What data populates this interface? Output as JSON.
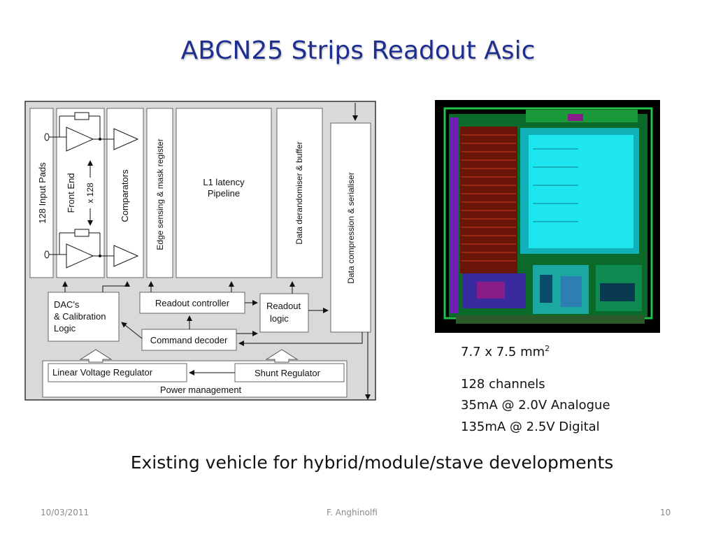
{
  "slide": {
    "title": "ABCN25 Strips Readout Asic",
    "caption": "Existing vehicle for hybrid/module/stave developments"
  },
  "diagram": {
    "input_pads": "128 Input Pads",
    "front_end": "Front End",
    "x128": "x 128",
    "comparators": "Comparators",
    "edge_sensing": "Edge sensing & mask register",
    "l1_line1": "L1 latency",
    "l1_line2": "Pipeline",
    "derandomiser": "Data derandomiser & buffer",
    "compression": "Data compression & serialiser",
    "dac_line1": "DAC's",
    "dac_line2": "& Calibration",
    "dac_line3": "Logic",
    "readout_controller": "Readout controller",
    "readout_logic_line1": "Readout",
    "readout_logic_line2": "logic",
    "command_decoder": "Command decoder",
    "linear_regulator": "Linear Voltage Regulator",
    "shunt_regulator": "Shunt Regulator",
    "power_management": "Power management"
  },
  "specs": {
    "size": "7.7 x 7.5 mm",
    "size_sup": "2",
    "channels": "128 channels",
    "analogue": "35mA @ 2.0V Analogue",
    "digital": "135mA @ 2.5V Digital"
  },
  "footer": {
    "date": "10/03/2011",
    "author": "F. Anghinolfi",
    "page": "10"
  }
}
